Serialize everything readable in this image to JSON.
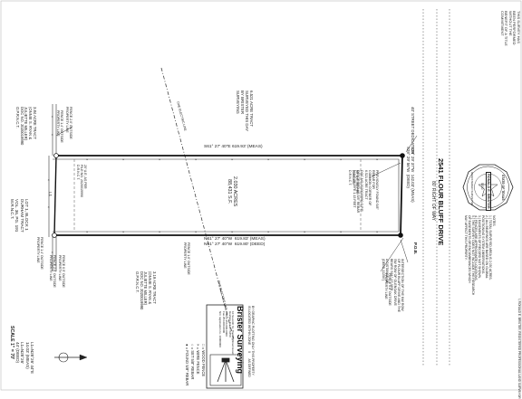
{
  "scale": "SCALE 1\" = 70'",
  "line_table": "L1=N28°26' 44\"E\n14.03' (MEAS)\nL1=N28°26'\n44' (DEED)",
  "title_block": {
    "company": "Brister Surveying",
    "company_details": "10 Seventh St. Thoroughbred Hood\nGraham Texas 76450\nPhone 254.000.0000\nFax 254.000.0000\nfirm registration no. 10000000",
    "graphic_plotting": "BY GRAPHIC PLOTTING ONLY THIS PROPERTY\nIS LOCATED WITHIN ZONE       X       AS DEFINED",
    "legend": [
      "□ = WOOD FENCE",
      "× = WIRE FENCE",
      "○ = SET 5/8\" REBAR",
      "● = FOUND 5/8\" REBAR"
    ]
  },
  "top_margin_text": "THIS SURVEY HAS\nBEEN PERFORMED\nWITHOUT THE\nBENEFIT OF A TITLE\nCOMMITMENT",
  "notes": "NOTES\n1.) TOTAL SURVEYED AREA IS 2.030 ACRES.\n2.) ALL BEARINGS ARE BASED ON GLOBAL\nPOSITIONING SYSTEM OBSERVATIONS.\n3.) EASEMENTS OF RECORD NOT SHOWN.\n4.) FENCES ARE APPROXIMATE LOCATIONS.\n5.) THE SURVEY DOES NOT INCLUDE THE RESEARCH\nOF EASEMENTS OR ENCUMBRANCES WHICH\nMAY AFFECT THIS PROPERTY.",
  "tracts": {
    "top_left": "3.84 ACRE TRACT\n(ONNIE S. RYAN &\nJULIETTE MILLER)\nDOC NO. 2020019990\nO.P.R.N.C.T.",
    "top_right": "6.521 ACRE TRACT\nSURVEYED THIS DAY\nBY BRISTER\nSURVEYING",
    "bottom": "3.19 ACRE TRACT\n(ONNIE S. RYAN &\nJULIETTE MILLER)\nDOC NO. 2020019990\nO.P.R.N.C.T.",
    "lot_block": "LOT 1, BLOCK 1\nDURHAM TRACT\nVOL. 36, PG. 191\nM.R.N.C.T."
  },
  "parcel": {
    "area": "2.030 ACRES\n88,431 S.F.",
    "bearing_top": "S61° 27' 40\"E  619.93' (MEAS)",
    "bearing_bottom": "N61° 27' 40\"W  619.83' (MEAS)\nN61° 27' 40\"W  619.80' (DEED)",
    "right_bearing": "S28° 29' 37\"W  142.03' (MEAS)\nS28° 29' 56\"W  (DEED)",
    "line_label": "L1",
    "ue_left": "20' U.E. AS PER\nFILE NO. 2020019990\nD.R.N.C.T.",
    "ue_right": "50' U.E. AS PER\n20000000\nD.R.N.C.T."
  },
  "fence_labels": {
    "top_fence_1": "FENCE 2.0' OUTSIDE\nPROPERTY LINE",
    "top_fence_2": "FENCE 1.4' OUTSIDE\nPROPERTY LINE",
    "fence_west_1": "FENCE 1.4' OUTSIDE\nPROPERTY LINE",
    "fence_west_2": "FENCE 2.0' OUTSIDE\nPROPERTY LINE",
    "fence_west_3": "FENCE 0.5' OUTSIDE\nPROPERTY LINE",
    "fence_bottom": "FENCE 0.8' OUTSIDE\nPROPERTY LINE",
    "fence_center_1": "FENCE 1.0' OUTSIDE\nPROPERTY LINE",
    "diag_top": "OHE ELECTRIC LINE",
    "diag_bottom": "OHE ELECTRIC LINE"
  },
  "road": {
    "name": "2541 FLOUR BLUFF DRIVE",
    "row": "80' RIGHT OF WAY",
    "street_dedication": "40' STREET DEDICATION",
    "pob": "P.O.B."
  },
  "rebar_note": "PREVIOUSLY FOUND 5/8\"\nREBAR FOR\nCOMMON CORNER OF\n6.521 ACRE TRACT\nDOC NO 2020019990 O.P.R.\nDESCRIBED AS 5/8\" REBAR\nN.14° 29' 59\"E 1.13 FEET",
  "intersection_note": "INTERSECTION OF THE NW ROW\nOF FLOUR BLUFF DRIVE AND THE\nSW ROW OF GLENOAK DRIVE\nBEARS S61° 27' 39\"E\nA DISTANCE OF\n(DEED 22250')",
  "seal": {
    "top": "STATE OF TEXAS",
    "name": "RONALD E. BRISTER",
    "number": "5000",
    "bottom": "REGISTERED SURVEYOR"
  },
  "surveyor_cert": "I, RONALD E. BRISTER, REGISTERED PROFESSIONAL LAND SURVEYOR"
}
